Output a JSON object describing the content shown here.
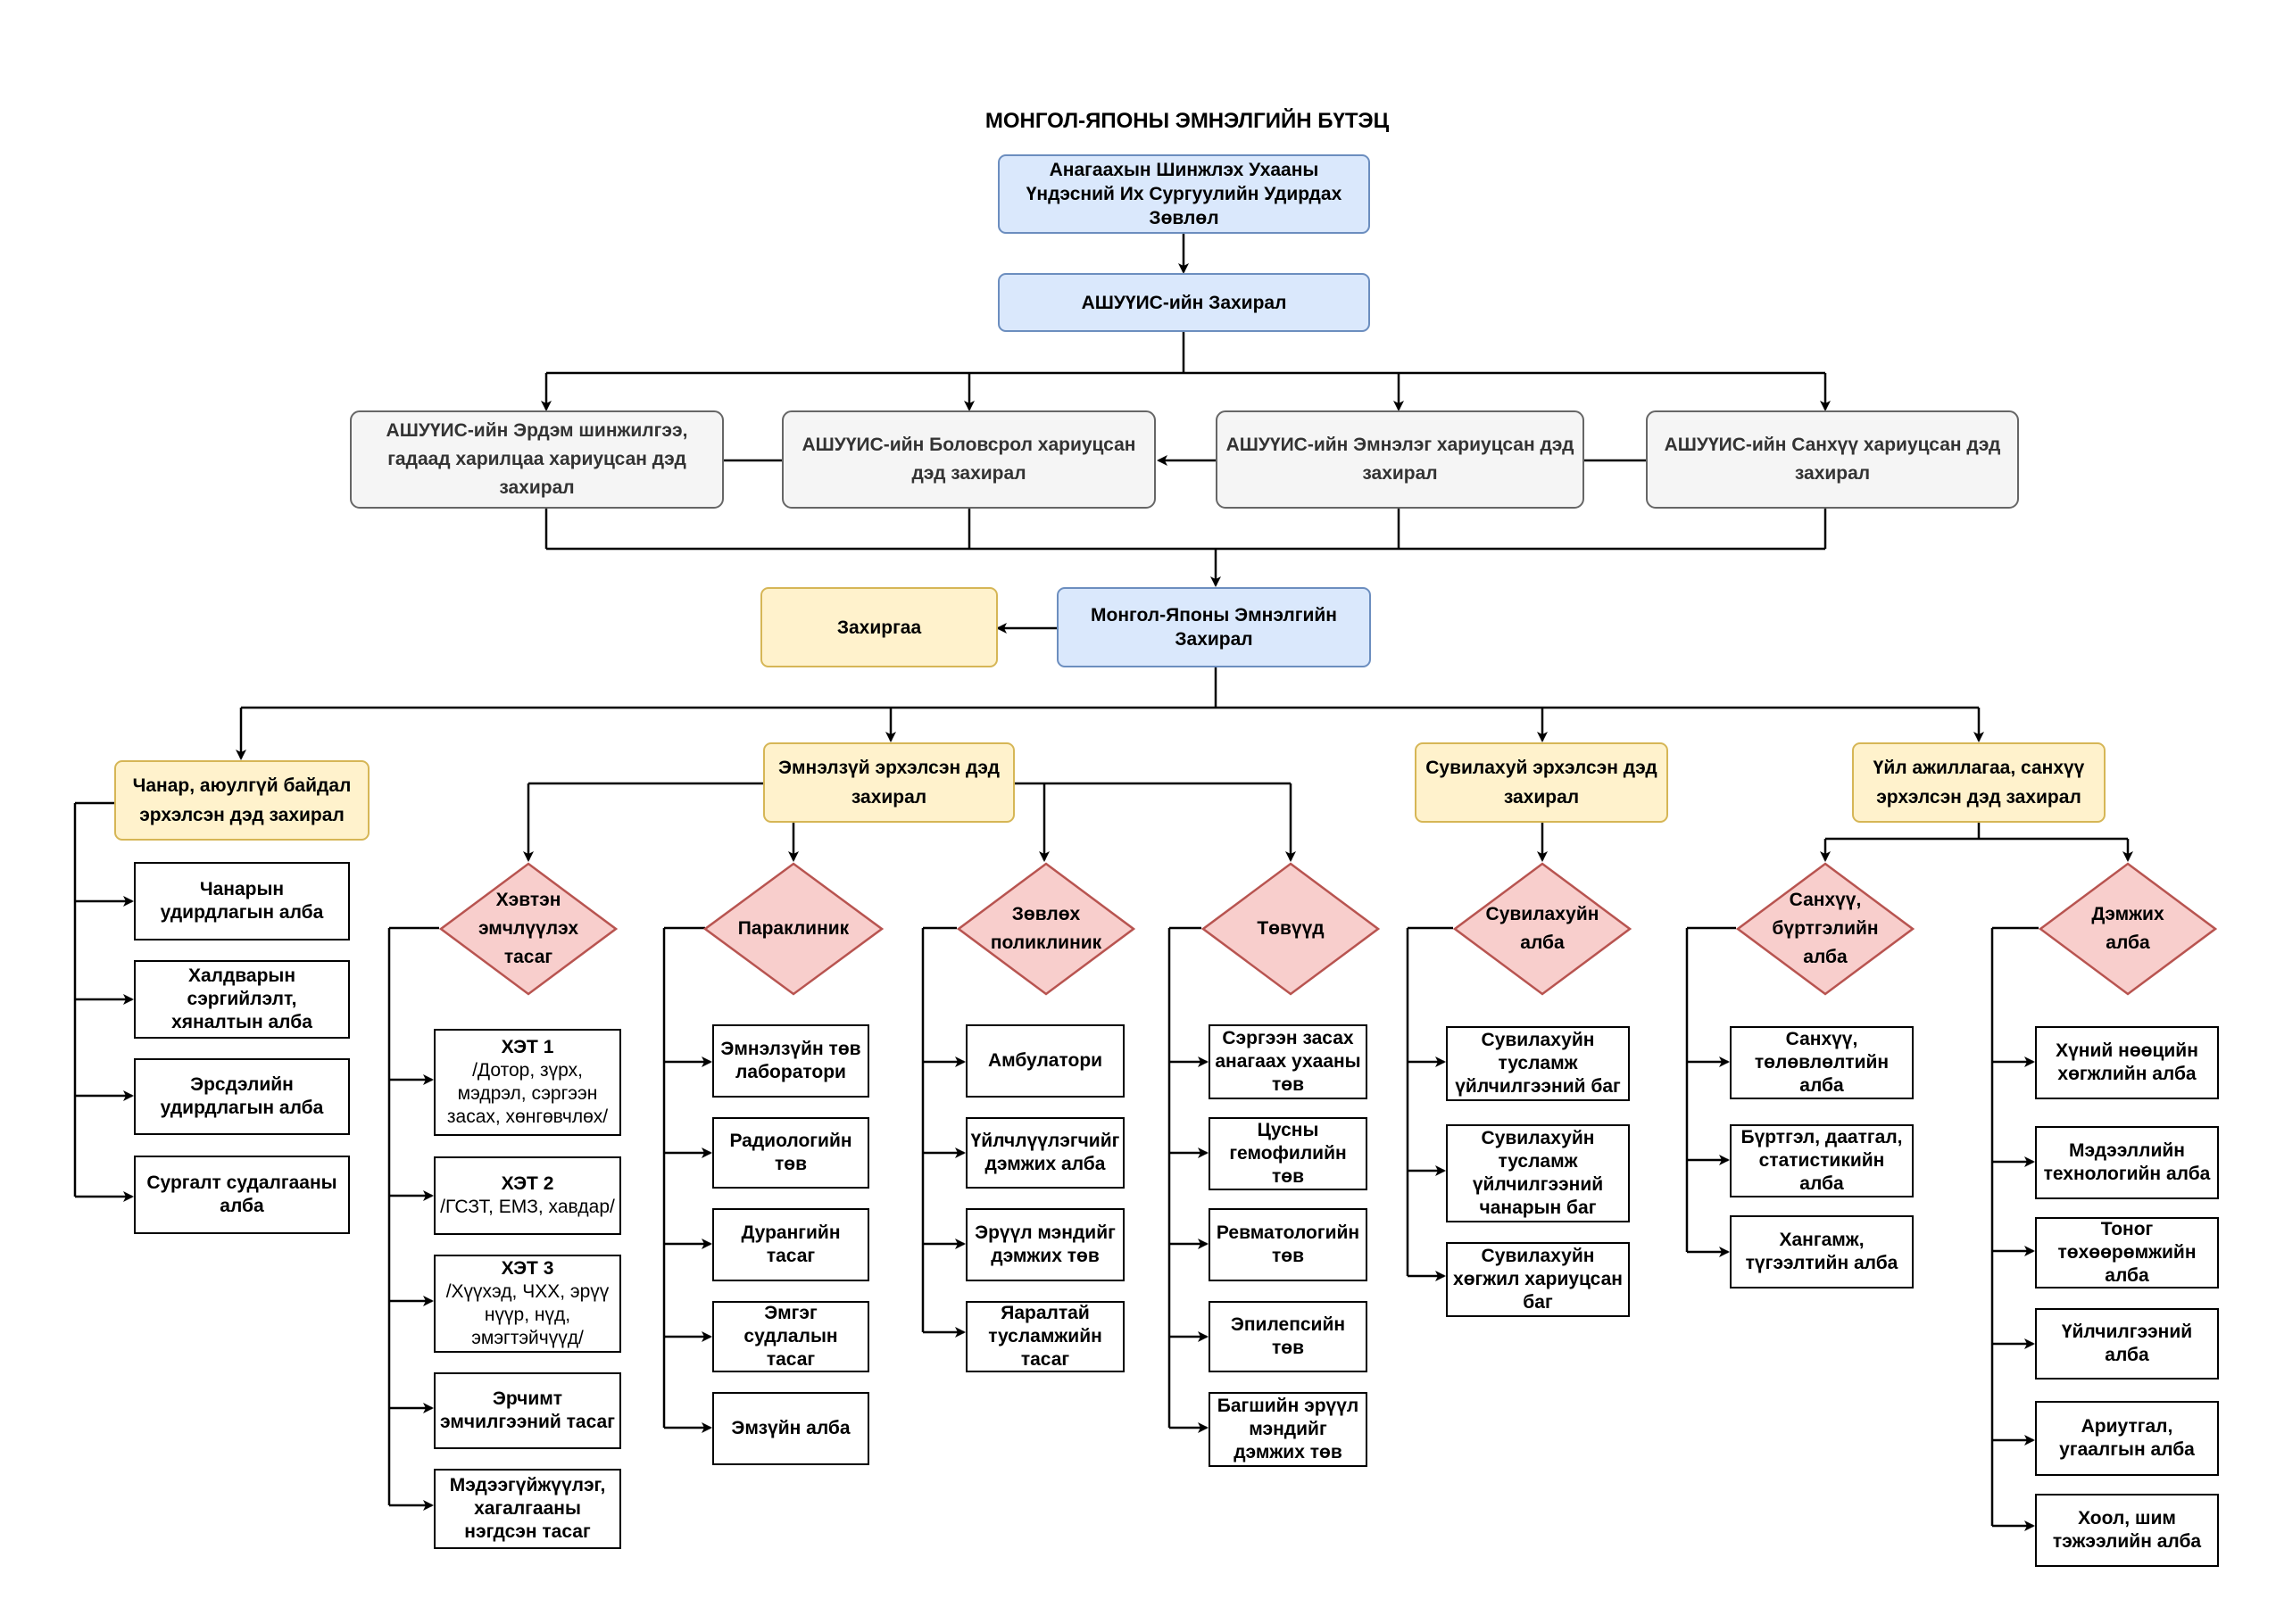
{
  "title": "МОНГОЛ-ЯПОНЫ ЭМНЭЛГИЙН БҮТЭЦ",
  "nodes": {
    "board": "Анагаахын Шинжлэх Ухааны\nҮндэсний Их Сургуулийн Удирдах\nЗөвлөл",
    "rector": "АШУҮИС-ийн Захирал",
    "vp_research": "АШУҮИС-ийн Эрдэм шинжилгээ,\nгадаад  харилцаа хариуцсан дэд\nзахирал",
    "vp_education": "АШУҮИС-ийн Боловсрол хариуцсан\nдэд захирал",
    "vp_clinic": "АШУҮИС-ийн Эмнэлэг хариуцсан дэд\nзахирал",
    "vp_finance": "АШУҮИС-ийн Санхүү хариуцсан дэд\nзахирал",
    "hospital_director": "Монгол-Японы Эмнэлгийн\nЗахирал",
    "administration": "Захиргаа",
    "quality_dir": "Чанар, аюулгүй  байдал\nэрхэлсэн дэд захирал",
    "clinical_dir": "Эмнэлзүй эрхэлсэн дэд\nзахирал",
    "nursing_dir": "Сувилахуй эрхэлсэн дэд\nзахирал",
    "operations_dir": "Үйл ажиллагаа, санхүү\nэрхэлсэн дэд захирал"
  },
  "quality_units": [
    "Чанарын\nудирдлагын алба",
    "Халдварын\nсэргийлэлт,\nхяналтын алба",
    "Эрсдэлийн\nудирдлагын алба",
    "Сургалт судалгааны\nалба"
  ],
  "diamonds": {
    "inpatient": "Хэвтэн\nэмчлүүлэх\nтасаг",
    "paraclinic": "Параклиник",
    "polyclinic": "Зөвлөх\nполиклиник",
    "centers": "Төвүүд",
    "nursing": "Сувилахуйн\nалба",
    "finance": "Санхүү,\nбүртгэлийн\nалба",
    "support": "Дэмжих\nалба"
  },
  "inpatient_units": [
    {
      "head": "ХЭТ 1",
      "body": "/Дотор, зүрх,\nмэдрэл, сэргээн\nзасах, хөнгөвчлөх/"
    },
    {
      "head": "ХЭТ 2",
      "body": "/ГСЗТ, ЕМЗ, хавдар/"
    },
    {
      "head": "ХЭТ 3",
      "body": "/Хүүхэд, ЧХХ, эрүү\nнүүр, нүд,\nэмэгтэйчүүд/"
    },
    {
      "head": "Эрчимт\nэмчилгээний тасаг",
      "body": ""
    },
    {
      "head": "Мэдээгүйжүүлэг,\nхагалгааны\nнэгдсэн тасаг",
      "body": ""
    }
  ],
  "paraclinic_units": [
    "Эмнэлзүйн төв\nлаборатори",
    "Радиологийн\nтөв",
    "Дурангийн\nтасаг",
    "Эмгэг\nсудлалын тасаг",
    "Эмзүйн алба"
  ],
  "polyclinic_units": [
    "Амбулатори",
    "Үйлчлүүлэгчийг\nдэмжих алба",
    "Эрүүл мэндийг\nдэмжих төв",
    "Яаралтай\nтусламжийн\nтасаг"
  ],
  "center_units": [
    "Сэргээн засах\nанагаах ухааны\nтөв",
    "Цусны\nгемофилийн\nтөв",
    "Ревматологийн\nтөв",
    "Эпилепсийн\nтөв",
    "Багшийн эрүүл\nмэндийг\nдэмжих төв"
  ],
  "nursing_units": [
    "Сувилахуйн\nтусламж\nүйлчилгээний баг",
    "Сувилахуйн\nтусламж\nүйлчилгээний\nчанарын баг",
    "Сувилахуйн\nхөгжил хариуцсан\nбаг"
  ],
  "finance_units": [
    "Санхүү,\nтөлөвлөлтийн\nалба",
    "Бүртгэл, даатгал,\nстатистикийн\nалба",
    "Хангамж,\nтүгээлтийн алба"
  ],
  "support_units": [
    "Хүний нөөцийн\nхөгжлийн алба",
    "Мэдээллийн\nтехнологийн алба",
    "Тоног\nтөхөөрөмжийн\nалба",
    "Үйлчилгээний\nалба",
    "Ариутгал,\nугаалгын алба",
    "Хоол, шим\nтэжээлийн алба"
  ],
  "colors": {
    "blue_fill": "#dae8fc",
    "blue_stroke": "#6c8ebf",
    "gray_fill": "#f5f5f5",
    "gray_stroke": "#666666",
    "yellow_fill": "#fff2cc",
    "yellow_stroke": "#d6b656",
    "red_fill": "#f8cecc",
    "red_stroke": "#b85450"
  }
}
